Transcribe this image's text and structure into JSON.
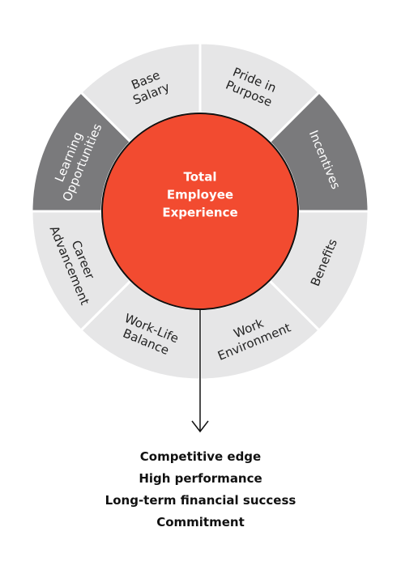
{
  "colors": {
    "light_segment": "#e6e6e7",
    "dark_segment": "#7a7a7c",
    "center": "#f24b30",
    "center_stroke": "#111111",
    "divider": "#ffffff",
    "dark_text": "#222222",
    "light_text": "#ffffff",
    "arrow": "#111111"
  },
  "wheel": {
    "center_title": [
      "Total",
      "Employee",
      "Experience"
    ],
    "segments": [
      {
        "id": "pride-in-purpose",
        "lines": [
          "Pride in",
          "Purpose"
        ],
        "shade": "light"
      },
      {
        "id": "incentives",
        "lines": [
          "Incentives"
        ],
        "shade": "dark"
      },
      {
        "id": "benefits",
        "lines": [
          "Benefits"
        ],
        "shade": "light"
      },
      {
        "id": "work-environment",
        "lines": [
          "Work",
          "Environment"
        ],
        "shade": "light"
      },
      {
        "id": "work-life-balance",
        "lines": [
          "Work-Life",
          "Balance"
        ],
        "shade": "light"
      },
      {
        "id": "career-advancement",
        "lines": [
          "Career",
          "Advancement"
        ],
        "shade": "light"
      },
      {
        "id": "learning-opportunities",
        "lines": [
          "Learning",
          "Opportunities"
        ],
        "shade": "dark"
      },
      {
        "id": "base-salary",
        "lines": [
          "Base",
          "Salary"
        ],
        "shade": "light"
      }
    ]
  },
  "outcomes": [
    "Competitive edge",
    "High performance",
    "Long-term financial success",
    "Commitment"
  ]
}
